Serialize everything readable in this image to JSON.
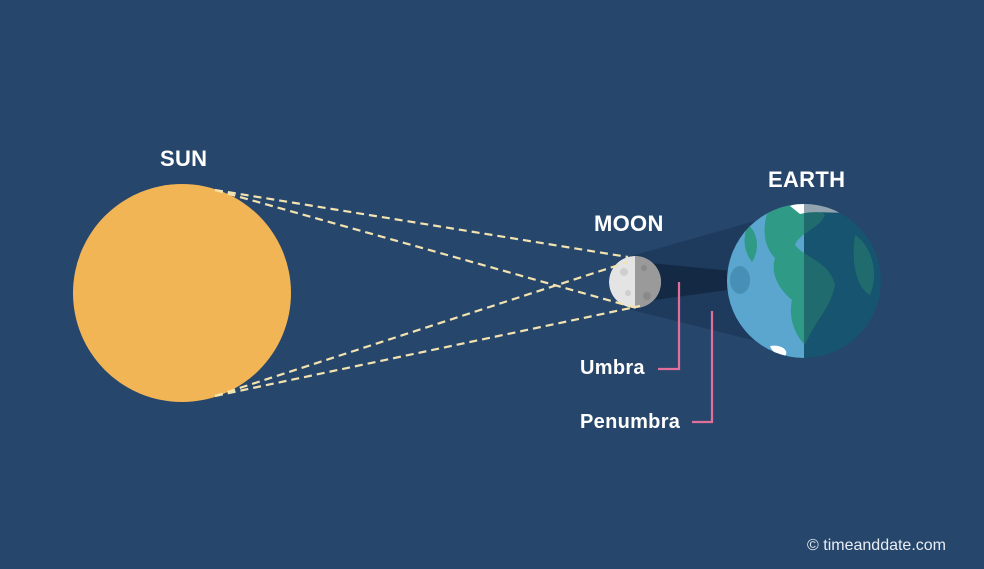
{
  "labels": {
    "sun": "SUN",
    "moon": "MOON",
    "earth": "EARTH",
    "umbra": "Umbra",
    "penumbra": "Penumbra"
  },
  "credit": "© timeanddate.com",
  "colors": {
    "background": "#27466b",
    "sun": "#f2b555",
    "rays": "#f3e3b0",
    "umbra_cone": "#142a44",
    "penumbra_cone": "#1b3555",
    "callout": "#e0709a",
    "earth_ocean": "#5aa6cf",
    "earth_land": "#2f9a86"
  }
}
